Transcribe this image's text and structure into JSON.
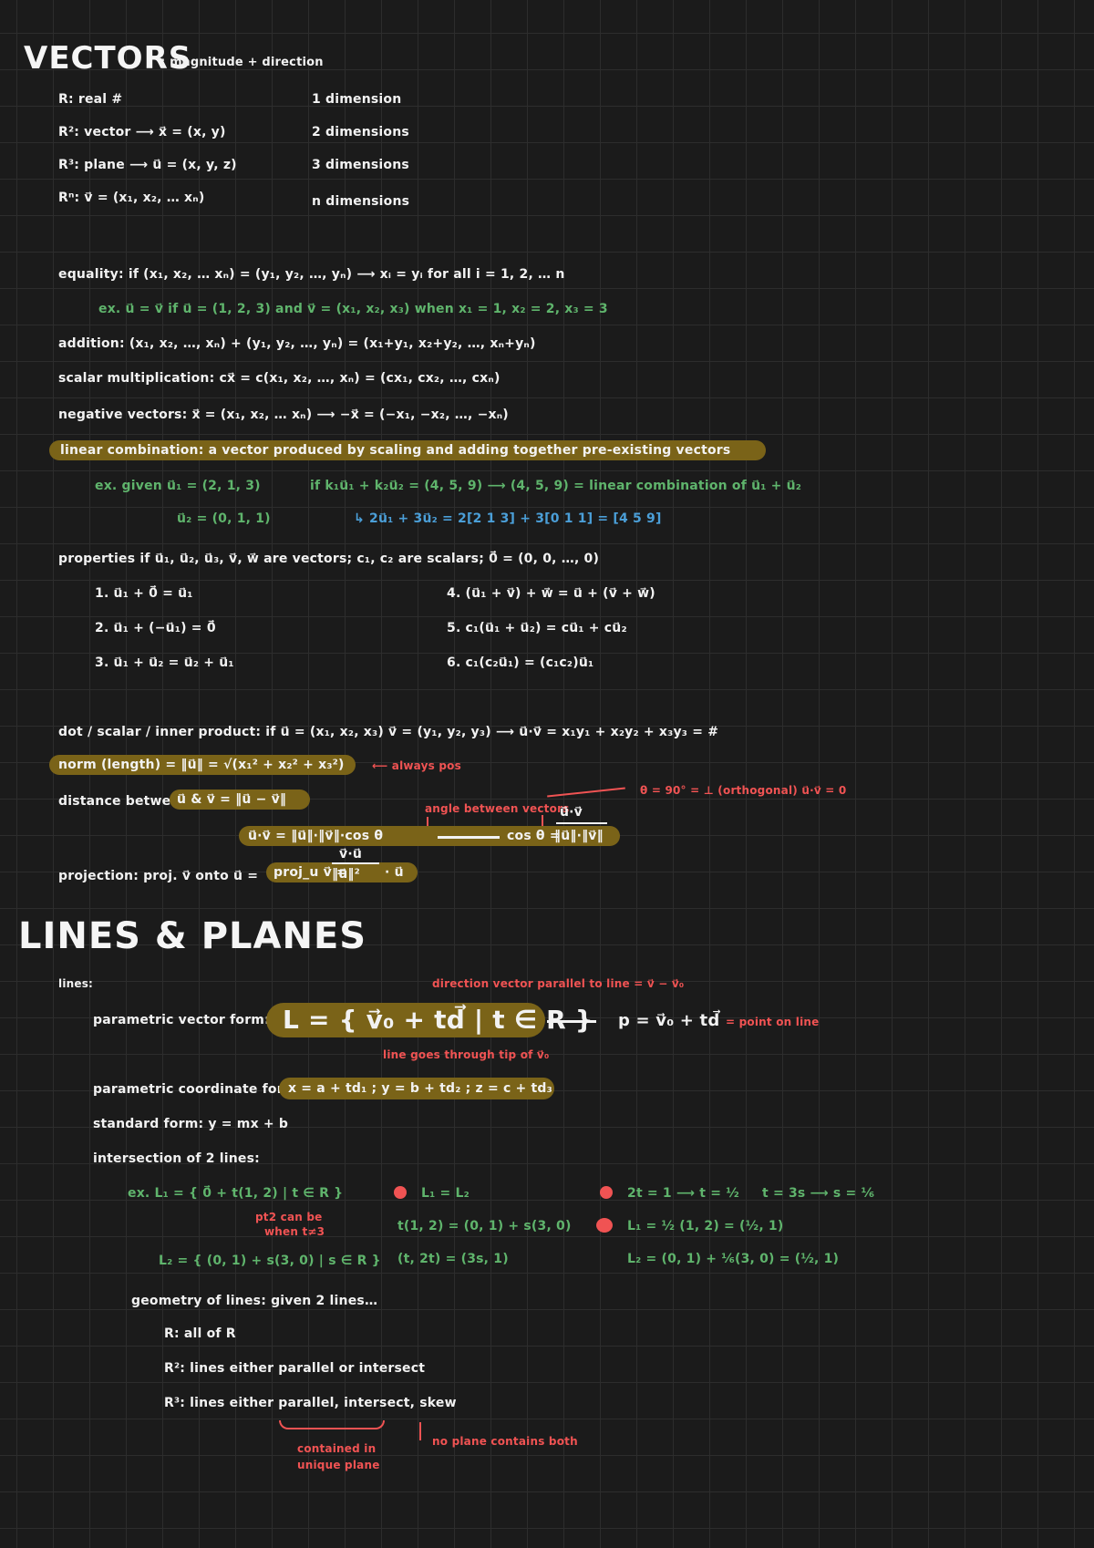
{
  "vectors": {
    "title": "VECTORS",
    "subtitle": ": magnitude + direction",
    "spaces": [
      {
        "left": "R: real #",
        "right": "1 dimension"
      },
      {
        "left": "R²: vector ⟶ x⃗ = (x, y)",
        "right": "2 dimensions"
      },
      {
        "left": "R³: plane ⟶ u⃗ = (x, y, z)",
        "right": "3 dimensions"
      },
      {
        "left": "Rⁿ: v⃗ = (x₁, x₂, … xₙ)",
        "right": "n dimensions"
      }
    ],
    "equality": "equality: if (x₁, x₂, … xₙ) = (y₁, y₂, …, yₙ) ⟶ xᵢ = yᵢ  for all i = 1, 2, … n",
    "equality_example": "ex. u⃗ = v⃗ if u⃗ = (1, 2, 3) and v⃗ = (x₁, x₂, x₃) when x₁ = 1, x₂ = 2, x₃ = 3",
    "addition": "addition: (x₁, x₂, …, xₙ) + (y₁, y₂, …, yₙ) = (x₁+y₁, x₂+y₂, …, xₙ+yₙ)",
    "scalar_mult": "scalar multiplication: cx⃗ = c(x₁, x₂, …, xₙ) = (cx₁, cx₂, …, cxₙ)",
    "negative": "negative vectors: x⃗ = (x₁, x₂, … xₙ) ⟶ −x⃗ = (−x₁, −x₂, …, −xₙ)",
    "linear_combination": "linear combination: a vector produced by scaling and adding together pre-existing vectors",
    "lc_example_1": "ex. given  u⃗₁ = (2, 1, 3)",
    "lc_example_2": "u⃗₂ = (0, 1, 1)",
    "lc_example_3": "if k₁u⃗₁ + k₂u⃗₂ = (4, 5, 9) ⟶ (4, 5, 9) = linear combination of u⃗₁ + u⃗₂",
    "lc_example_4": "↳ 2u⃗₁ + 3u⃗₂ = 2[2 1 3] + 3[0 1 1] = [4 5 9]",
    "properties_header": "properties if u⃗₁, u⃗₂, u⃗₃, v⃗, w⃗ are vectors; c₁, c₂ are scalars; 0⃗ = (0, 0, …, 0)",
    "properties_left": [
      "1. u⃗₁ + 0⃗ = u⃗₁",
      "2. u⃗₁ + (−u⃗₁) = 0⃗",
      "3. u⃗₁ + u⃗₂ = u⃗₂ + u⃗₁"
    ],
    "properties_right": [
      "4. (u⃗₁ + v⃗) + w⃗ = u⃗ + (v⃗ + w⃗)",
      "5. c₁(u⃗₁ + u⃗₂) = cu⃗₁ + cu⃗₂",
      "6. c₁(c₂u⃗₁) = (c₁c₂)u⃗₁"
    ],
    "dot_product": "dot / scalar / inner product: if u⃗ = (x₁, x₂, x₃)  v⃗ = (y₁, y₂, y₃) ⟶ u⃗·v⃗ = x₁y₁ + x₂y₂ + x₃y₃ = #",
    "norm": "norm (length) = ‖u⃗‖ = √(x₁² + x₂² + x₃²)",
    "norm_note": "⟵ always pos",
    "distance_label": "distance between",
    "distance": "u⃗ & v⃗ = ‖u⃗ − v⃗‖",
    "orthogonal_note": "θ = 90° = ⊥ (orthogonal)  u⃗·v⃗ = 0",
    "angle_note": "angle between vectors",
    "angle_formula": "u⃗·v⃗ = ‖u⃗‖·‖v⃗‖·cos θ",
    "cos_formula": "cos θ = ",
    "cos_num": "u⃗·v⃗",
    "cos_den": "‖u⃗‖·‖v⃗‖",
    "projection_label": "projection: proj. v⃗ onto u⃗ =",
    "projection_formula": "proj_u v⃗ = ",
    "proj_num": "v⃗·u⃗",
    "proj_den": "‖u⃗‖²",
    "proj_tail": "· u⃗"
  },
  "lines_planes": {
    "title": "LINES & PLANES",
    "lines_label": "lines:",
    "direction_note": "direction vector parallel to line = v⃗ − v⃗₀",
    "param_vector_label": "parametric vector form:",
    "param_vector": "L = { v⃗₀ + td⃗ | t ∈ R }",
    "point_formula": "p = v⃗₀ + td⃗",
    "point_note": "= point on line",
    "tip_note": "line goes through tip of v⃗₀",
    "param_coord_label": "parametric coordinate form:",
    "param_coord": "x = a + td₁ ;  y = b + td₂ ;  z = c + td₃",
    "standard_form": "standard form: y = mx + b",
    "intersection": "intersection of 2 lines:",
    "ex_l1": "ex. L₁ = { 0⃗ + t(1, 2) | t ∈ R }",
    "ex_note_1": "pt2 can be",
    "ex_note_2": "when t≠3",
    "ex_l2": "L₂ = { (0, 1) + s(3, 0) | s ∈ R }",
    "step1_a": "L₁ = L₂",
    "step1_b": "t(1, 2) = (0, 1) + s(3, 0)",
    "step1_c": "(t, 2t) = (3s, 1)",
    "step2_a": "2t = 1 ⟶ t = ½",
    "step2_b": "t = 3s ⟶ s = ⅙",
    "step3_a": "L₁ = ½ (1, 2) = (½, 1)",
    "step3_b": "L₂ = (0, 1) + ⅙(3, 0) = (½, 1)",
    "geometry": "geometry of lines: given 2 lines…",
    "geo_r": "R: all of R",
    "geo_r2": "R²: lines either parallel or intersect",
    "geo_r3": "R³: lines either parallel, intersect, skew",
    "contained_note_1": "contained in",
    "contained_note_2": "unique plane",
    "skew_note": "no plane contains both"
  }
}
